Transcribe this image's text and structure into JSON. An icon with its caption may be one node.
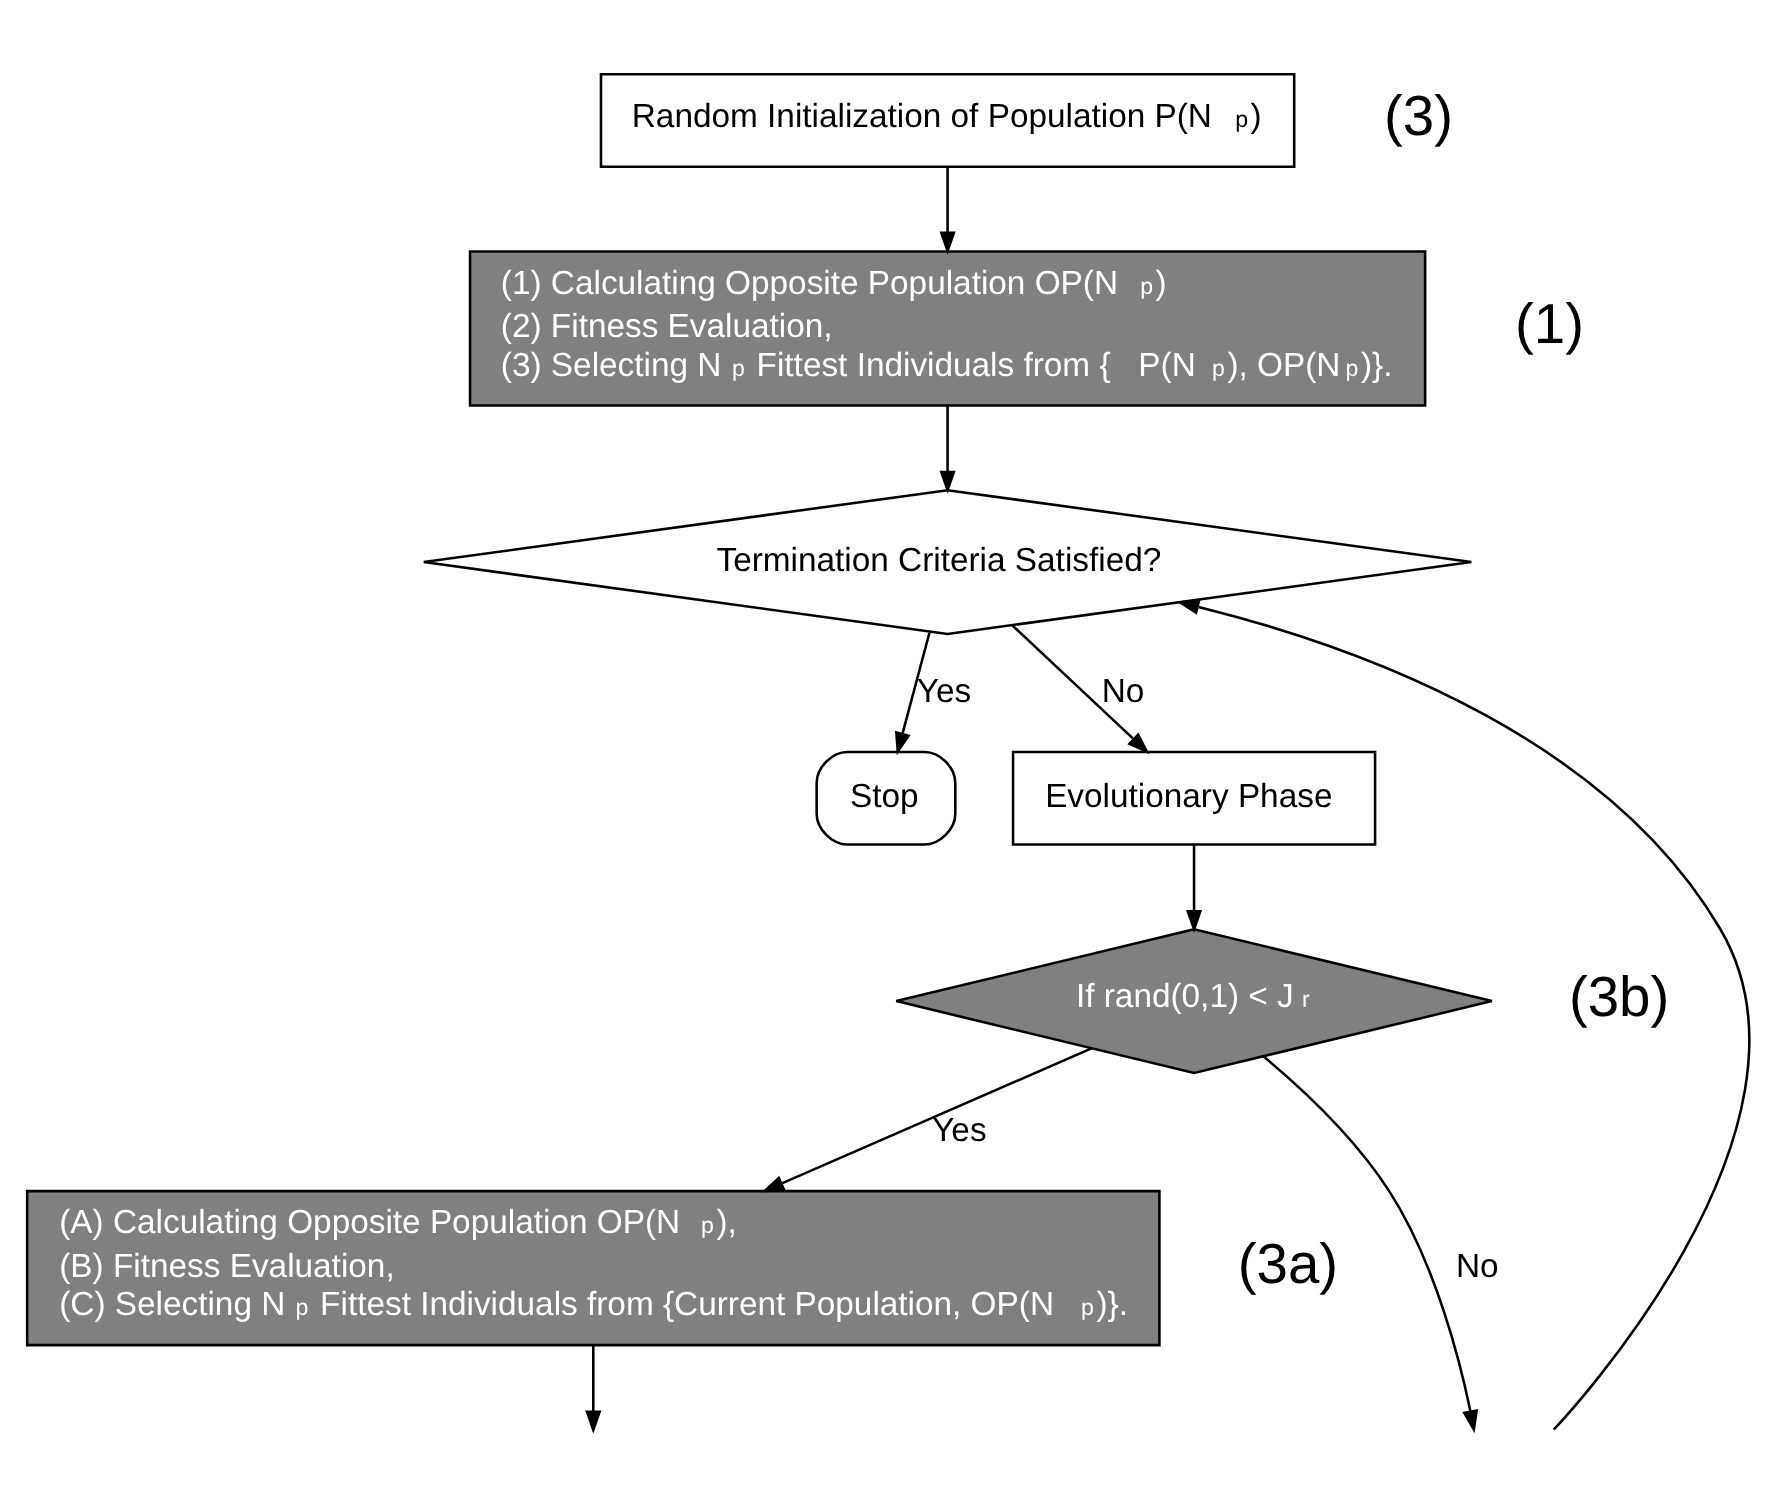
{
  "diagram": {
    "nodes": [
      {
        "text": [
          "Random Initialization of Population P(N$_{p}$)"
        ]
      },
      {
        "text": [
          "(1) Calculating Opposite Population OP(N$_{p}$)",
          "(2) Fitness Evaluation,",
          "(3) Selecting N$_{p}$ Fittest Individuals from {   P(N$_{p}$), OP(N$_{p}$)}."
        ],
        "beside": [
          "(1)"
        ]
      },
      {
        "text": [
          "Termination Criteria Satisfied?"
        ]
      },
      {
        "text": [
          "Stop"
        ]
      },
      {
        "text": [
          "Evolutionary Phase"
        ]
      },
      {
        "text": [
          "If rand(0,1) < J$_{r}$"
        ],
        "beside": [
          "(3b)"
        ]
      },
      {
        "text": [
          "(A) Calculating Opposite Population OP(N$_{p}$),",
          "(B) Fitness Evaluation,",
          "(C) Selecting N$_{p}$ Fittest Individuals from {Current Population, OP(N$_{p}$)}."
        ],
        "beside": [
          "(3a)"
        ]
      }
    ],
    "edges": [
      {
        "from": 0,
        "to": 1,
        "arrow": "to"
      },
      {
        "from": 1,
        "to": 2,
        "arrow": "to"
      },
      {
        "from": 2,
        "to": 3,
        "label": "Yes",
        "arrow": "to"
      },
      {
        "from": 2,
        "to": 4,
        "label": "No",
        "arrow": "to"
      },
      {
        "from": 4,
        "to": 5,
        "arrow": "to"
      },
      {
        "from": 5,
        "to": 6,
        "label": "Yes",
        "arrow": "to"
      },
      {
        "from": 5,
        "to": null,
        "label": "No",
        "arrow": "to"
      },
      {
        "from": 6,
        "to": null,
        "arrow": "to"
      },
      {
        "from": null,
        "to": 2,
        "arrow": "to"
      }
    ],
    "labels": [
      "(3)"
    ]
  }
}
